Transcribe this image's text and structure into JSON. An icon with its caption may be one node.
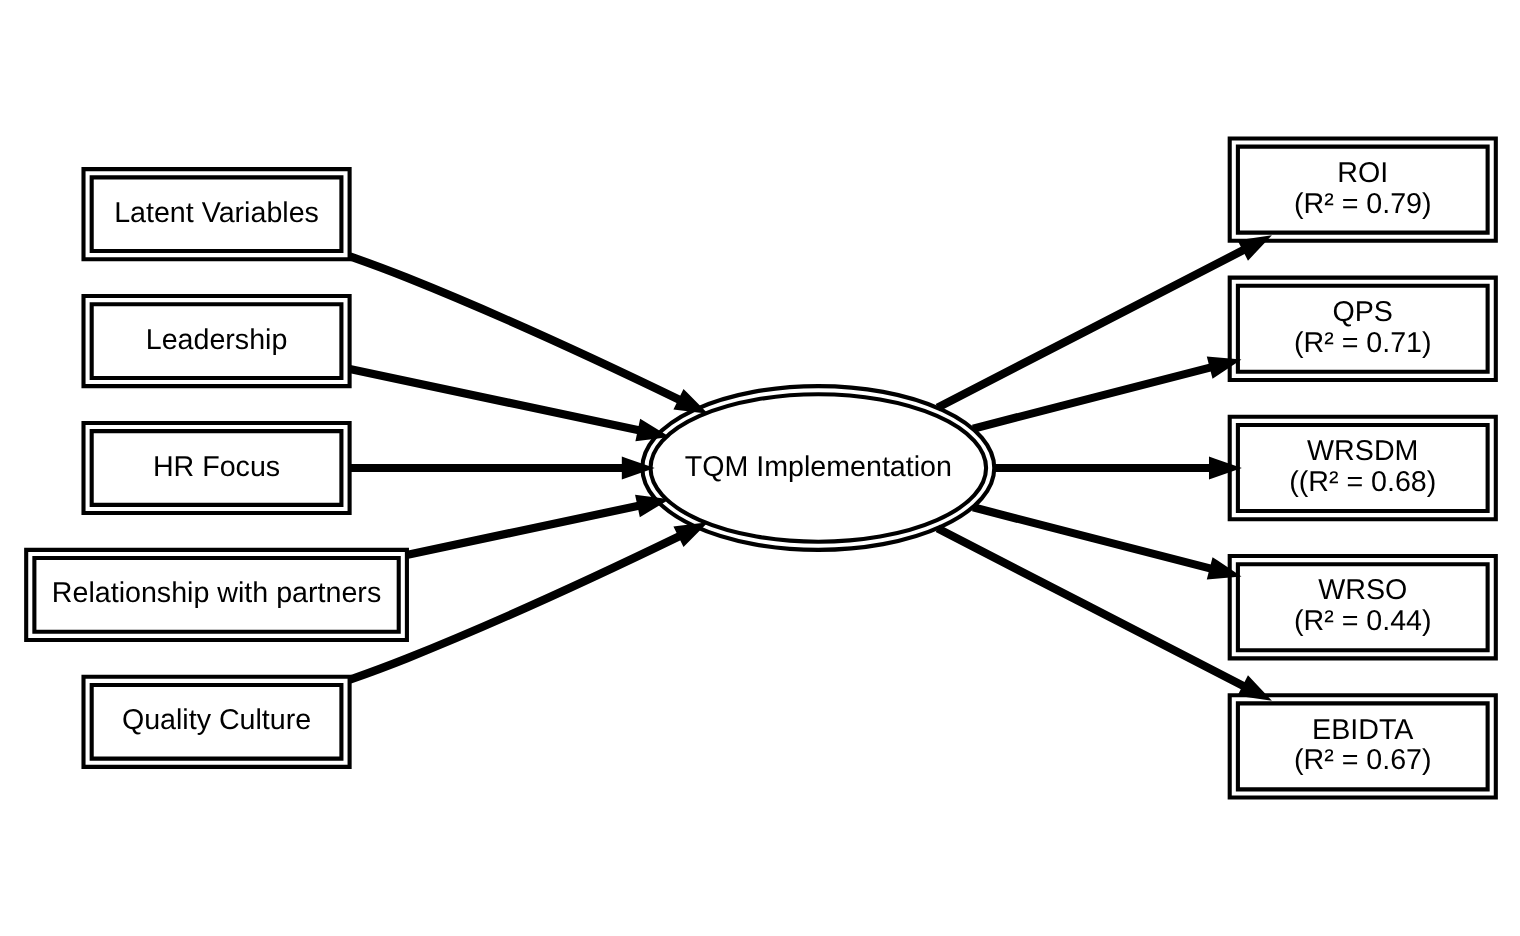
{
  "diagram": {
    "nodes": [
      {
        "text": [
          "Latent Variables"
        ]
      },
      {
        "text": [
          "Leadership"
        ]
      },
      {
        "text": [
          "HR Focus"
        ]
      },
      {
        "text": [
          "Relationship with partners"
        ]
      },
      {
        "text": [
          "Quality Culture"
        ]
      },
      {
        "text": [
          "TQM Implementation"
        ]
      },
      {
        "text": [
          "ROI",
          "(R² = 0.79)"
        ]
      },
      {
        "text": [
          "QPS",
          "(R² = 0.71)"
        ]
      },
      {
        "text": [
          "WRSDM",
          "((R² = 0.68)"
        ]
      },
      {
        "text": [
          "WRSO",
          "(R² = 0.44)"
        ]
      },
      {
        "text": [
          "EBIDTA",
          "(R² = 0.67)"
        ]
      }
    ],
    "edges": [
      {
        "from": 0,
        "to": 5,
        "arrow": "to"
      },
      {
        "from": 1,
        "to": 5,
        "arrow": "to"
      },
      {
        "from": 2,
        "to": 5,
        "arrow": "to"
      },
      {
        "from": 3,
        "to": 5,
        "arrow": "to"
      },
      {
        "from": 4,
        "to": 5,
        "arrow": "to"
      },
      {
        "from": 5,
        "to": 6,
        "arrow": "to"
      },
      {
        "from": 5,
        "to": 7,
        "arrow": "to"
      },
      {
        "from": 5,
        "to": 8,
        "arrow": "to"
      },
      {
        "from": 5,
        "to": 9,
        "arrow": "to"
      },
      {
        "from": 5,
        "to": 10,
        "arrow": "to"
      }
    ]
  }
}
